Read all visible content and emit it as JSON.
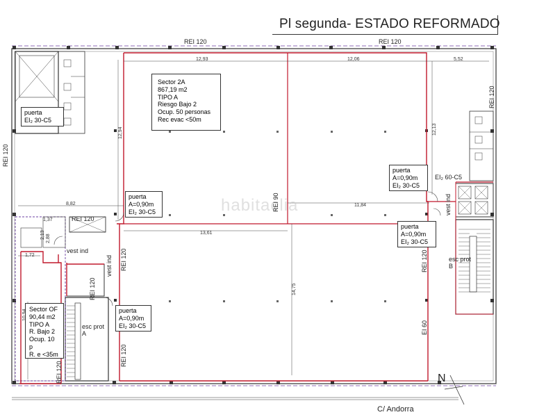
{
  "title": "Pl segunda- ESTADO REFORMADO",
  "street": "C/ Andorra",
  "north": "N",
  "watermark": "habitaclia",
  "colors": {
    "fire_line": "#c0182c",
    "wall": "#333333",
    "boundary": "#6b3fa0",
    "line_bg": "#ffffff"
  },
  "rei_labels": {
    "top_left": "REI 120",
    "top_right": "REI 120",
    "left": "REI 120",
    "right_top": "REI 120",
    "central": "REI 90",
    "stair_a_top": "REI 120",
    "stair_a_core": "REI 120",
    "stair_a_corridor": "REI 120",
    "stair_a_bottom": "REI 120",
    "stair_a_left_bottom": "REI 120",
    "stair_b": "REI 120",
    "ei60": "EI 60",
    "ei2_60": "EI₂ 60-C5"
  },
  "dimensions": {
    "d1293": "12,93",
    "d1206": "12,06",
    "d552": "5,52",
    "d1294": "12,94",
    "d1213": "12,13",
    "d882": "8,82",
    "d1184": "11,84",
    "d1361": "13,61",
    "d1475": "14,75",
    "d137": "1,37",
    "d213": "2,13",
    "d288": "2,88",
    "d172": "1,72",
    "d1094": "10,94"
  },
  "sector_2a": [
    "Sector 2A",
    "867,19 m2",
    "TIPO A",
    "Riesgo Bajo 2",
    "Ocup. 50 personas",
    "Rec evac <50m"
  ],
  "sector_of": [
    "Sector OF",
    "90,44 m2",
    "TIPO A",
    "R. Bajo 2",
    "Ocup. 10 p",
    "R. e <35m"
  ],
  "door_lift": [
    "puerta",
    "EI₂ 30-C5"
  ],
  "door_left": [
    "puerta",
    "A=0,90m",
    "EI₂ 30-C5"
  ],
  "door_right_top": [
    "puerta",
    "A=0,90m",
    "EI₂ 30-C5"
  ],
  "door_right_mid": [
    "puerta",
    "A=0,90m",
    "EI₂ 30-C5"
  ],
  "door_bottom": [
    "puerta",
    "A=0,90m",
    "EI₂ 30-C5"
  ],
  "rooms": {
    "vest_ind_left": "vest ind",
    "vest_ind_mid": "vest ind",
    "vest_ind_right": "vest ind",
    "esc_prot_a": [
      "esc prot",
      "A"
    ],
    "esc_prot_b": [
      "esc prot",
      "B"
    ]
  }
}
